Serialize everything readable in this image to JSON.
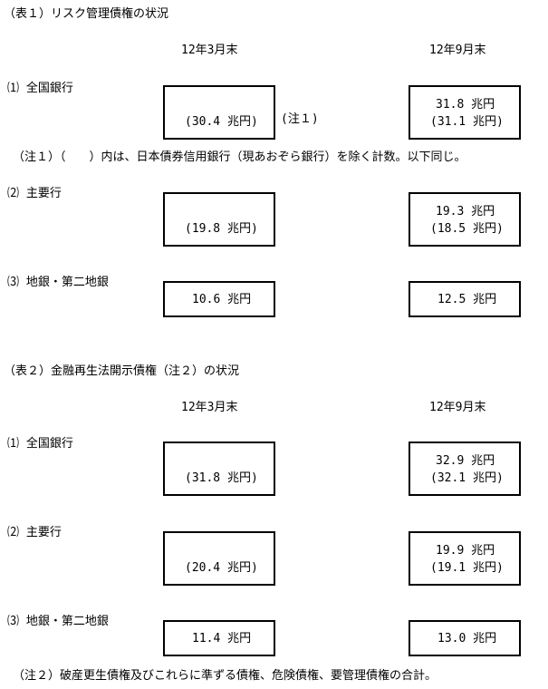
{
  "table1": {
    "title": "（表１）リスク管理債権の状況",
    "col_mar": "12年3月末",
    "col_sep": "12年9月末",
    "rows": [
      {
        "label": "⑴ 全国銀行",
        "mar_val": "",
        "mar_paren": "(30.4 兆円)",
        "sep_val": "31.8 兆円",
        "sep_paren": "(31.1 兆円)",
        "note": "(注１)"
      },
      {
        "label": "⑵ 主要行",
        "mar_val": "",
        "mar_paren": "(19.8 兆円)",
        "sep_val": "19.3 兆円",
        "sep_paren": "(18.5 兆円)"
      },
      {
        "label": "⑶ 地銀・第二地銀",
        "mar_val": "10.6 兆円",
        "sep_val": "12.5 兆円"
      }
    ],
    "footnote": "（注１）（　　）内は、日本債券信用銀行（現あおぞら銀行）を除く計数。以下同じ。"
  },
  "table2": {
    "title": "（表２）金融再生法開示債権（注２）の状況",
    "col_mar": "12年3月末",
    "col_sep": "12年9月末",
    "rows": [
      {
        "label": "⑴ 全国銀行",
        "mar_val": "",
        "mar_paren": "(31.8 兆円)",
        "sep_val": "32.9 兆円",
        "sep_paren": "(32.1 兆円)"
      },
      {
        "label": "⑵ 主要行",
        "mar_val": "",
        "mar_paren": "(20.4 兆円)",
        "sep_val": "19.9 兆円",
        "sep_paren": "(19.1 兆円)"
      },
      {
        "label": "⑶ 地銀・第二地銀",
        "mar_val": "11.4 兆円",
        "sep_val": "13.0 兆円"
      }
    ],
    "footnote": "（注２）破産更生債権及びこれらに準ずる債権、危険債権、要管理債権の合計。"
  }
}
